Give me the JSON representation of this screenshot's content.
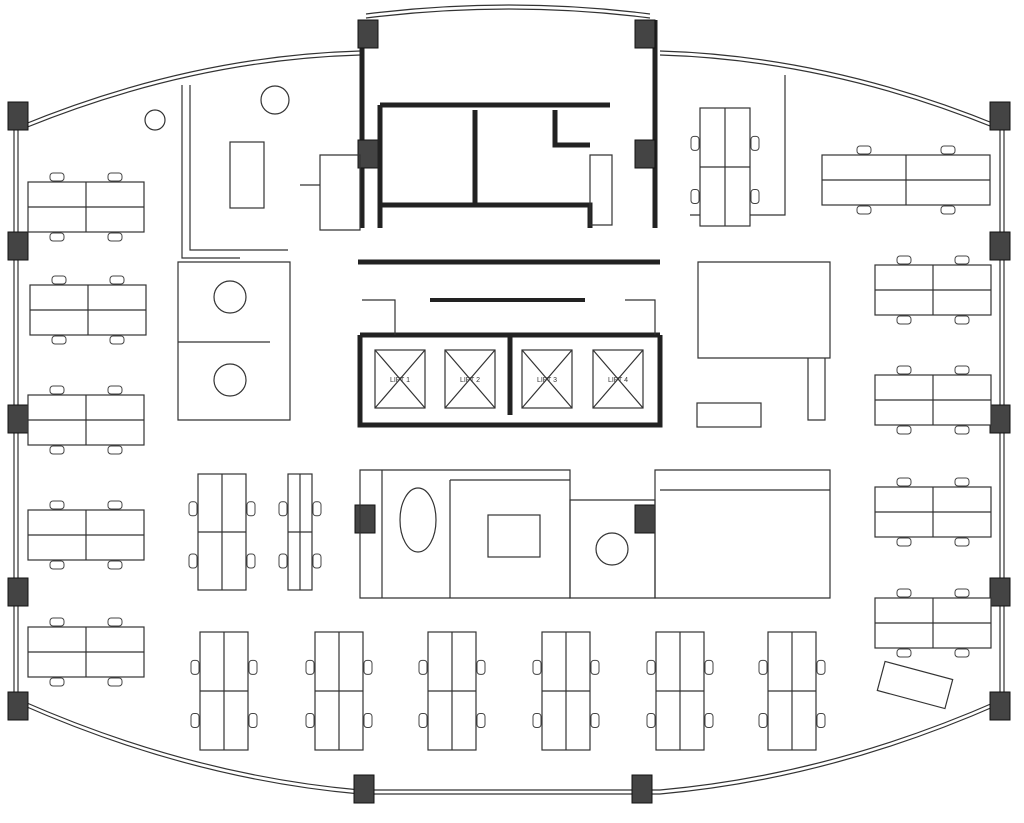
{
  "title": "Office floor plan",
  "lifts": [
    {
      "label": "LIFT 1"
    },
    {
      "label": "LIFT 2"
    },
    {
      "label": "LIFT 3"
    },
    {
      "label": "LIFT 4"
    }
  ]
}
